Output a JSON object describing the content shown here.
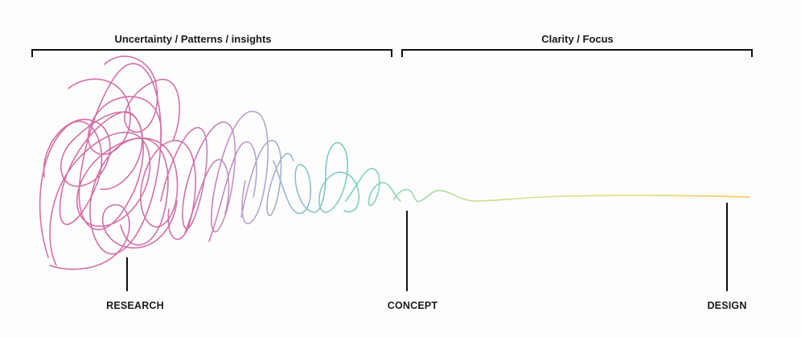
{
  "brackets": {
    "left_label": "Uncertainty / Patterns / insights",
    "right_label": "Clarity / Focus"
  },
  "stages": {
    "research": "RESEARCH",
    "concept": "CONCEPT",
    "design": "DESIGN"
  },
  "colors": {
    "scribble_start": "#d4679f",
    "scribble_mid": "#b4a0cf",
    "scribble_teal": "#6fcfc1",
    "line_green": "#c6e08a",
    "line_end": "#f3c14a",
    "ink": "#111111"
  }
}
